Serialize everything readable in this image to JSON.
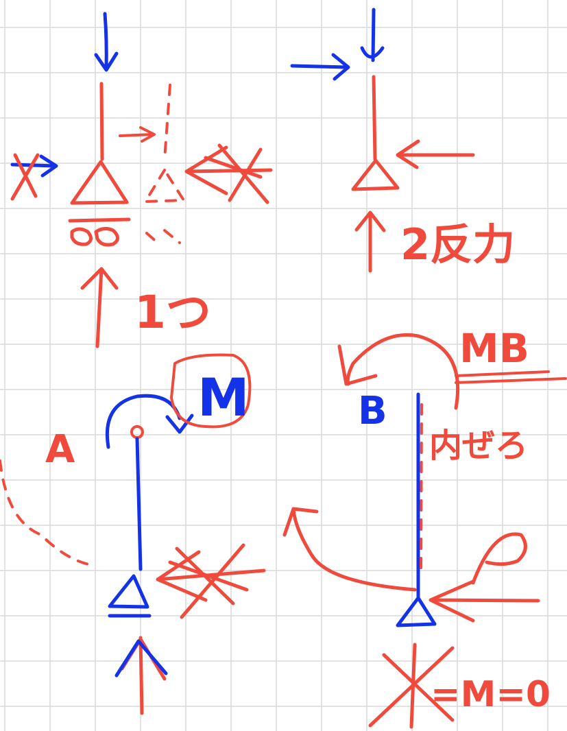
{
  "colors": {
    "grid": "#d9d9d9",
    "red": "#f04a3c",
    "blue": "#1432e8",
    "background": "#ffffff"
  },
  "labels": {
    "reaction_one": "1つ",
    "reaction_two": "2反力",
    "point_a": "A",
    "point_b": "B",
    "moment_m": "M",
    "moment_mb": "MB",
    "note_uchigiri": "内ぜろ",
    "equation": "=M=0"
  }
}
